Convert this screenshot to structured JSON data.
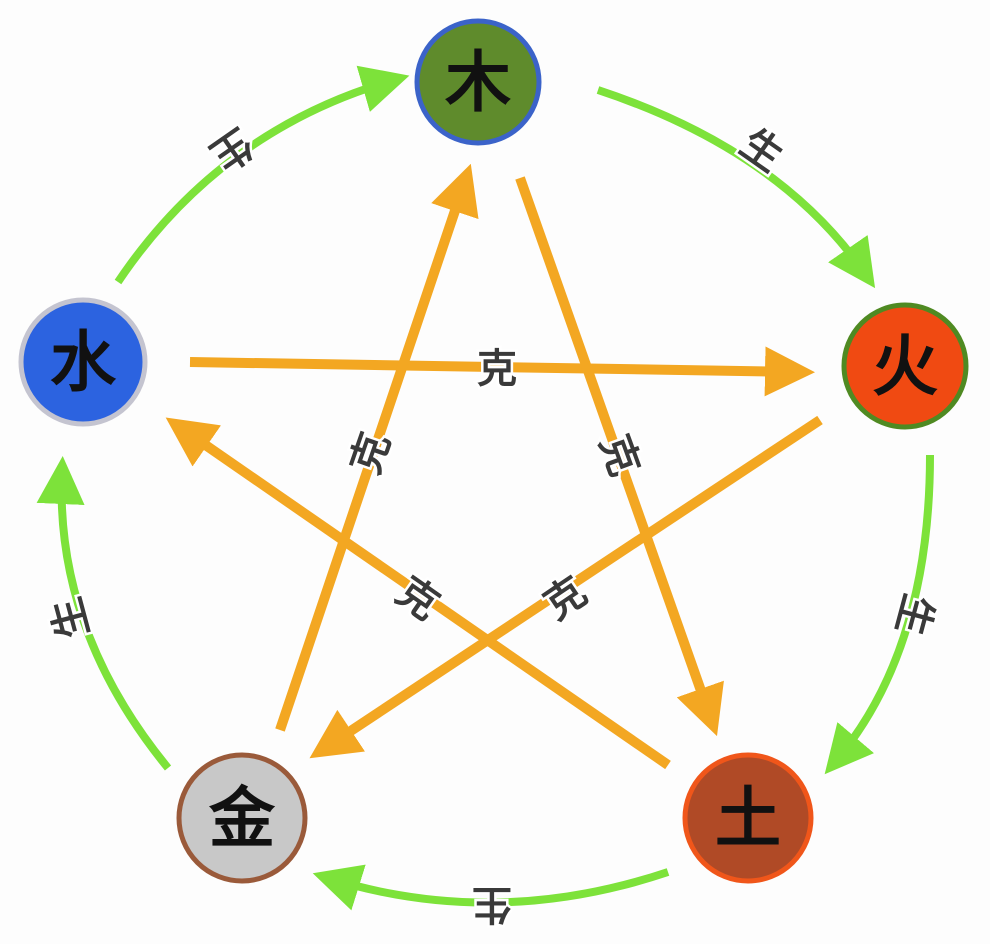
{
  "colors": {
    "generating": "#7de23a",
    "overcoming": "#f3a722"
  },
  "elements": [
    {
      "id": "wood",
      "glyph": "木",
      "fill": "#5f8b2c",
      "border": "#3b63c9"
    },
    {
      "id": "fire",
      "glyph": "火",
      "fill": "#f04a12",
      "border": "#4f8a22"
    },
    {
      "id": "earth",
      "glyph": "土",
      "fill": "#b04a26",
      "border": "#f0561a"
    },
    {
      "id": "metal",
      "glyph": "金",
      "fill": "#c8c8c8",
      "border": "#9a5a3a"
    },
    {
      "id": "water",
      "glyph": "水",
      "fill": "#2c63e0",
      "border": "#c4c4d0"
    }
  ],
  "generating_label": "生",
  "overcoming_label": "克"
}
